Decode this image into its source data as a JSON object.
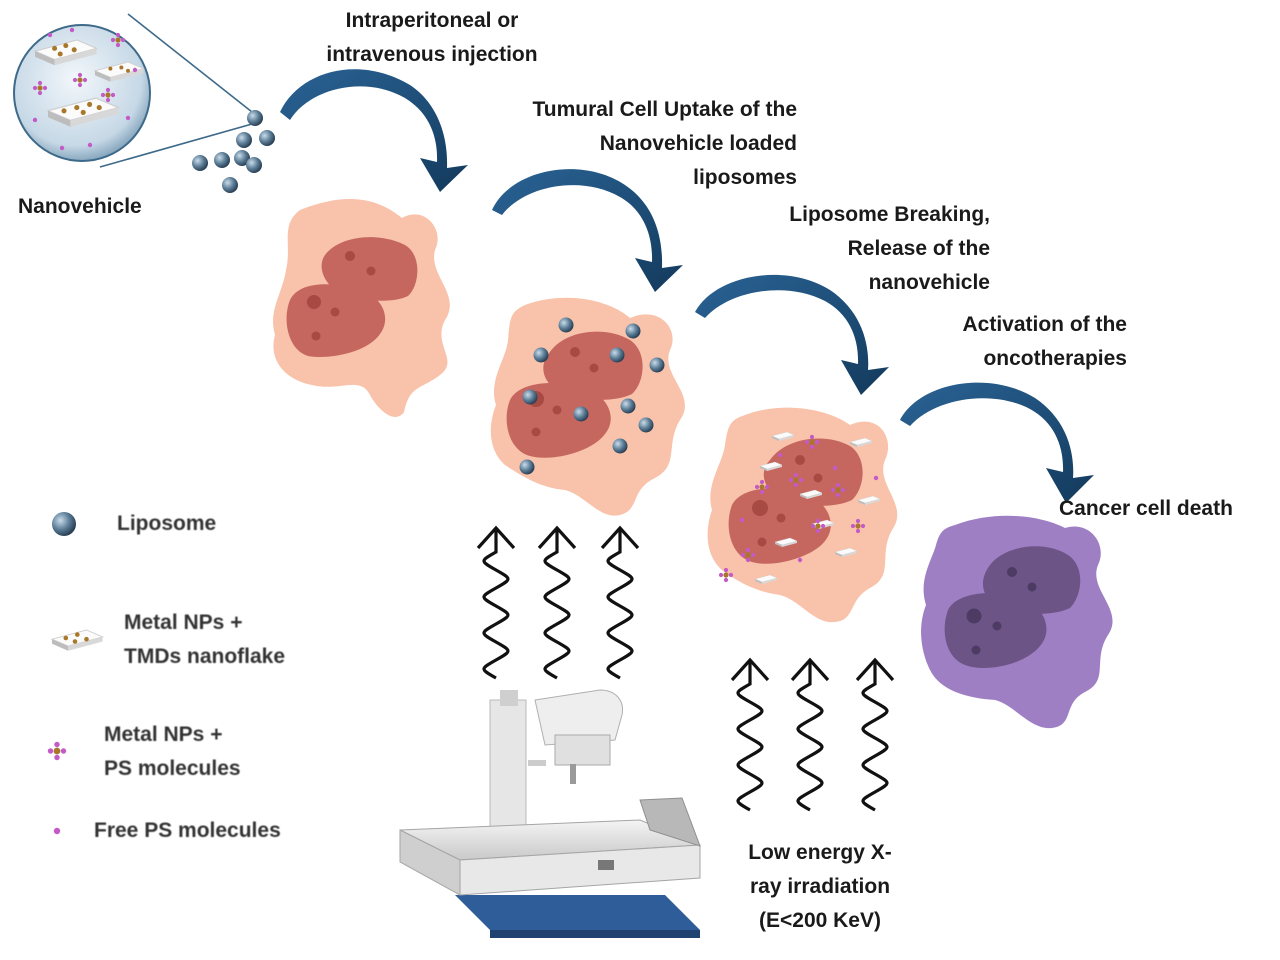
{
  "labels": {
    "nanovehicle": "Nanovehicle",
    "injection": [
      "Intraperitoneal or",
      "intravenous injection"
    ],
    "uptake": [
      "Tumural Cell Uptake of the",
      "Nanovehicle loaded",
      "liposomes"
    ],
    "breaking": [
      "Liposome Breaking,",
      "Release of the",
      "nanovehicle"
    ],
    "activation": [
      "Activation of the",
      "oncotherapies"
    ],
    "death": "Cancer cell death",
    "xray": [
      "Low energy X-",
      "ray irradiation",
      "(E<200 KeV)"
    ]
  },
  "legend": {
    "liposome": "Liposome",
    "flake": [
      "Metal NPs +",
      "TMDs nanoflake"
    ],
    "ps": [
      "Metal NPs +",
      "PS molecules"
    ],
    "free_ps": "Free PS molecules"
  },
  "colors": {
    "cell": "#f9c2aa",
    "nucleus": "#c5675f",
    "nucleolus": "#a84a44",
    "dead_cell": "#9f7fc4",
    "dead_nucleus": "#6c5487",
    "liposome": "#5b7c96",
    "arrow": "#1f4f78",
    "ps_molecule": "#c45ac8",
    "metal_np": "#a8782a"
  },
  "icons": [
    "curved-arrow-icon",
    "wavy-arrow-icon",
    "xray-machine-icon",
    "liposome-icon",
    "nanoflake-icon",
    "ps-molecule-icon"
  ]
}
